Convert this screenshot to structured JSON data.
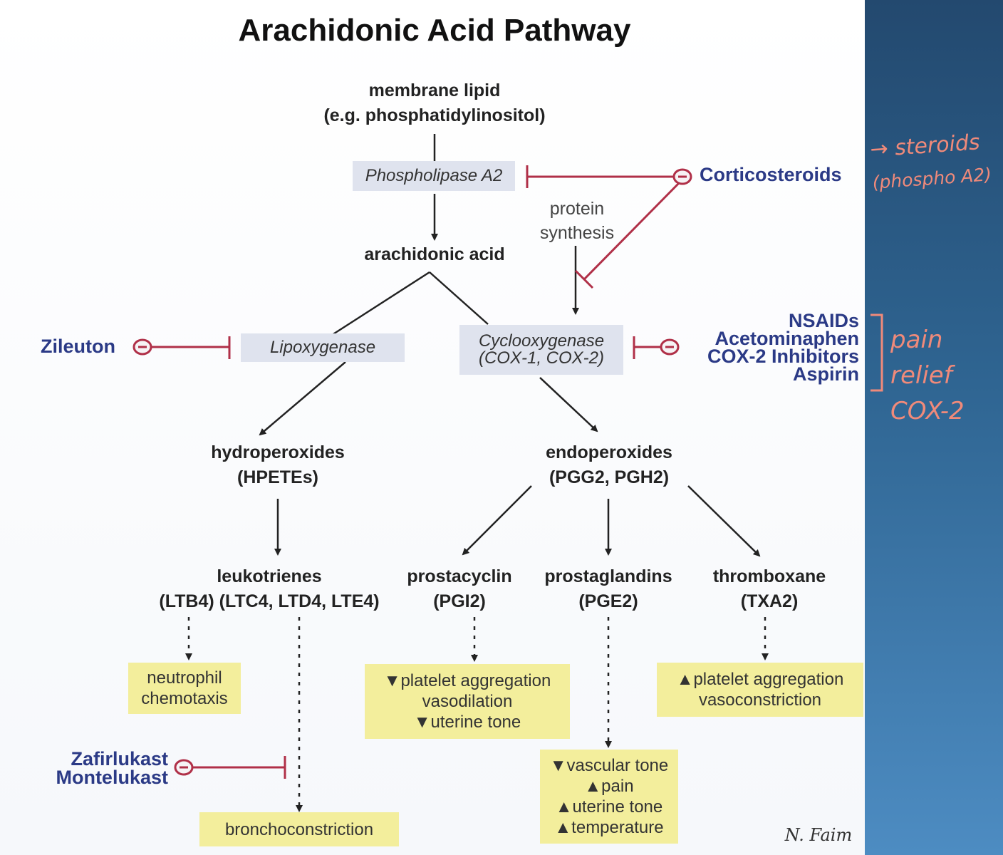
{
  "title": "Arachidonic Acid Pathway",
  "nodes": {
    "membrane_lipid": [
      "membrane lipid",
      "(e.g. phosphatidylinositol)"
    ],
    "phospholipase": "Phospholipase A2",
    "arachidonic_acid": "arachidonic acid",
    "protein_synthesis": [
      "protein",
      "synthesis"
    ],
    "lipoxygenase": "Lipoxygenase",
    "cyclooxygenase": [
      "Cyclooxygenase",
      "(COX-1, COX-2)"
    ],
    "hydroperoxides": [
      "hydroperoxides",
      "(HPETEs)"
    ],
    "endoperoxides": [
      "endoperoxides",
      "(PGG2, PGH2)"
    ],
    "leukotrienes": [
      "leukotrienes",
      "(LTB4) (LTC4, LTD4, LTE4)"
    ],
    "prostacyclin": [
      "prostacyclin",
      "(PGI2)"
    ],
    "prostaglandins": [
      "prostaglandins",
      "(PGE2)"
    ],
    "thromboxane": [
      "thromboxane",
      "(TXA2)"
    ]
  },
  "drugs": {
    "corticosteroids": "Corticosteroids",
    "zileuton": "Zileuton",
    "cox_inhibitors": [
      "NSAIDs",
      "Acetominaphen",
      "COX-2 Inhibitors",
      "Aspirin"
    ],
    "leukotriene_antagonists": [
      "Zafirlukast",
      "Montelukast"
    ]
  },
  "effects": {
    "neutrophil": [
      "neutrophil",
      "chemotaxis"
    ],
    "bronchoconstriction": "bronchoconstriction",
    "prostacyclin": [
      "▼platelet aggregation",
      "vasodilation",
      "▼uterine tone"
    ],
    "prostaglandins": [
      "▼vascular tone",
      "▲pain",
      "▲uterine tone",
      "▲temperature"
    ],
    "thromboxane": [
      "▲platelet aggregation",
      "vasoconstriction"
    ]
  },
  "annotations": {
    "steroids": [
      "→ steroids",
      "(phospho A2)"
    ],
    "pain_relief": [
      "pain",
      "relief",
      "COX-2"
    ],
    "signature": "N. Faim"
  },
  "colors": {
    "drug_text": "#2b3a86",
    "inhibitor_line": "#b03048",
    "enzyme_box": "#dfe3ee",
    "effect_box": "#f3ee9c",
    "handwriting": "#f08a7a"
  }
}
